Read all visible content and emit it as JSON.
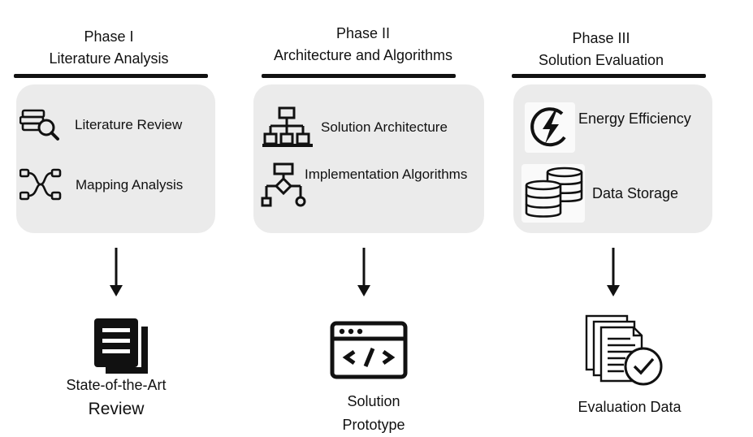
{
  "phases": [
    {
      "title_line1": "Phase I",
      "title_line2": "Literature Analysis",
      "items": [
        {
          "label": "Literature Review",
          "icon": "literature-search-icon"
        },
        {
          "label": "Mapping Analysis",
          "icon": "mapping-nodes-icon"
        }
      ],
      "output": {
        "line1": "State-of-the-Art",
        "line2": "Review",
        "icon": "document-stack-icon"
      }
    },
    {
      "title_line1": "Phase II",
      "title_line2": "Architecture and Algorithms",
      "items": [
        {
          "label": "Solution Architecture",
          "icon": "hierarchy-icon"
        },
        {
          "label": "Implementation Algorithms",
          "icon": "flowchart-icon"
        }
      ],
      "output": {
        "line1": "Solution",
        "line2": "Prototype",
        "icon": "code-window-icon"
      }
    },
    {
      "title_line1": "Phase III",
      "title_line2": "Solution Evaluation",
      "items": [
        {
          "label": "Energy Efficiency",
          "icon": "lightning-icon"
        },
        {
          "label": "Data Storage",
          "icon": "database-icon"
        }
      ],
      "output": {
        "line1": "Evaluation Data",
        "line2": "",
        "icon": "verified-documents-icon"
      }
    }
  ]
}
